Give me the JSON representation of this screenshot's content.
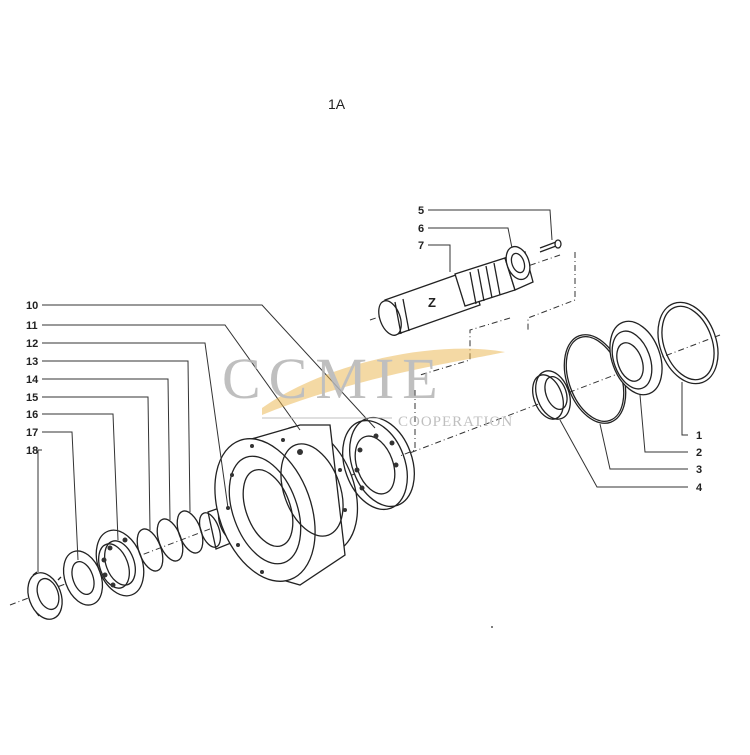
{
  "figure_label": "1A",
  "watermark": {
    "brand": "CCMIE",
    "sub": "COOPERATION",
    "color_text": "#b5b5b5",
    "color_swoosh": "#e9b44c"
  },
  "callouts": {
    "c1": "1",
    "c2": "2",
    "c3": "3",
    "c4": "4",
    "c5": "5",
    "c6": "6",
    "c7": "7",
    "c10": "10",
    "c11": "11",
    "c12": "12",
    "c13": "13",
    "c14": "14",
    "c15": "15",
    "c16": "16",
    "c17": "17",
    "c18": "18"
  },
  "shaft_mark": "Z"
}
